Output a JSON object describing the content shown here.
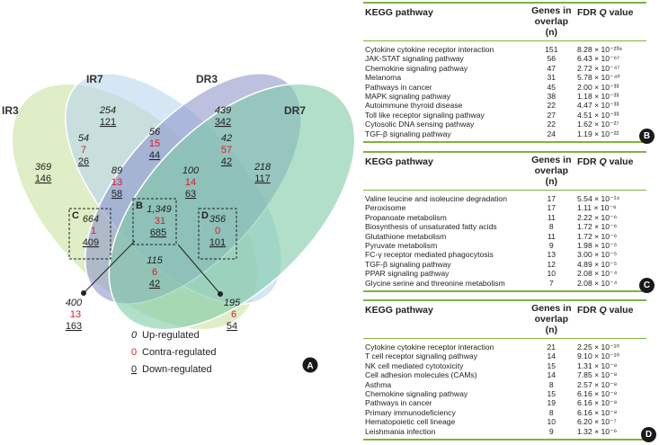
{
  "venn": {
    "sets": {
      "ir3": "IR3",
      "ir7": "IR7",
      "dr3": "DR3",
      "dr7": "DR7"
    },
    "regions": {
      "ir3_only": {
        "up": "369",
        "down": "146"
      },
      "ir7_only": {
        "up": "254",
        "down": "121"
      },
      "dr3_only": {
        "up": "439",
        "down": "342"
      },
      "dr7_only": {
        "up": "218",
        "down": "117"
      },
      "ir3_ir7": {
        "up": "54",
        "contra": "7",
        "down": "26"
      },
      "ir7_dr3": {
        "up": "56",
        "contra": "15",
        "down": "44"
      },
      "dr3_dr7": {
        "up": "42",
        "contra": "57",
        "down": "42"
      },
      "ir7_dr7": {
        "up": "89",
        "contra": "13",
        "down": "58"
      },
      "ir3_dr3": {
        "up": "100",
        "contra": "14",
        "down": "63"
      },
      "c_region": {
        "up": "664",
        "contra": "1",
        "down": "409"
      },
      "b_region": {
        "up": "1,349",
        "contra": "31",
        "down": "685"
      },
      "d_region": {
        "up": "356",
        "contra": "0",
        "down": "101"
      },
      "bottom_center": {
        "up": "115",
        "contra": "6",
        "down": "42"
      },
      "bottom_left": {
        "up": "400",
        "contra": "13",
        "down": "163"
      },
      "bottom_right": {
        "up": "195",
        "contra": "6",
        "down": "54"
      }
    },
    "box_labels": {
      "b": "B",
      "c": "C",
      "d": "D"
    },
    "legend": {
      "up_symbol": "0",
      "up_text": "Up-regulated",
      "contra_symbol": "0",
      "contra_text": "Contra-regulated",
      "down_symbol": "0",
      "down_text": "Down-regulated"
    },
    "panel_label": "A",
    "colors": {
      "ir3": "#c9e3a0",
      "ir7": "#b9d6ee",
      "dr3": "#8f98cc",
      "dr7": "#7fcaa7",
      "contra": "#d6202a",
      "divider": "#7fb241"
    }
  },
  "tables": [
    {
      "panel": "B",
      "headers": {
        "pathway": "KEGG pathway",
        "genes_line1": "Genes in",
        "genes_line2": "overlap (n)",
        "fdr_prefix": "FDR ",
        "fdr_q": "Q",
        "fdr_suffix": " value"
      },
      "rows": [
        {
          "pathway": "Cytokine cytokine receptor interaction",
          "n": "151",
          "fdr": "8.28 × 10⁻²³⁹"
        },
        {
          "pathway": "JAK-STAT signaling pathway",
          "n": "56",
          "fdr": "6.43 × 10⁻⁶⁷"
        },
        {
          "pathway": "Chemokine signaling pathway",
          "n": "47",
          "fdr": "2.72 × 10⁻⁴⁷"
        },
        {
          "pathway": "Melanoma",
          "n": "31",
          "fdr": "5.78 × 10⁻⁴⁰"
        },
        {
          "pathway": "Pathways in cancer",
          "n": "45",
          "fdr": "2.00 × 10⁻³³"
        },
        {
          "pathway": "MAPK signaling pathway",
          "n": "38",
          "fdr": "1.18 × 10⁻³³"
        },
        {
          "pathway": "Autoimmune thyroid disease",
          "n": "22",
          "fdr": "4.47 × 10⁻³³"
        },
        {
          "pathway": "Toll like receptor signaling pathway",
          "n": "27",
          "fdr": "4.51 × 10⁻³³"
        },
        {
          "pathway": "Cytosolic DNA sensing pathway",
          "n": "22",
          "fdr": "1.62 × 10⁻²⁷"
        },
        {
          "pathway": "TGF-β signaling pathway",
          "n": "24",
          "fdr": "1.19 × 10⁻²²"
        }
      ]
    },
    {
      "panel": "C",
      "headers": {
        "pathway": "KEGG pathway",
        "genes_line1": "Genes in",
        "genes_line2": "overlap (n)",
        "fdr_prefix": "FDR ",
        "fdr_q": "Q",
        "fdr_suffix": " value"
      },
      "rows": [
        {
          "pathway": "Valine leucine and isoleucine degradation",
          "n": "17",
          "fdr": "5.54 × 10⁻¹⁴"
        },
        {
          "pathway": "Peroxisome",
          "n": "17",
          "fdr": "1.11 × 10⁻⁶"
        },
        {
          "pathway": "Propanoate metabolism",
          "n": "11",
          "fdr": "2.22 × 10⁻⁶"
        },
        {
          "pathway": "Biosynthesis of unsaturated fatty acids",
          "n": "8",
          "fdr": "1.72 × 10⁻⁶"
        },
        {
          "pathway": "Glutathione metabolism",
          "n": "11",
          "fdr": "1.72 × 10⁻⁶"
        },
        {
          "pathway": "Pyruvate metabolism",
          "n": "9",
          "fdr": "1.98 × 10⁻⁵"
        },
        {
          "pathway": "FC-γ receptor mediated phagocytosis",
          "n": "13",
          "fdr": "3.00 × 10⁻⁵"
        },
        {
          "pathway": "TGF-β signaling pathway",
          "n": "12",
          "fdr": "4.89 × 10⁻⁵"
        },
        {
          "pathway": "PPAR signaling pathway",
          "n": "10",
          "fdr": "2.08 × 10⁻⁴"
        },
        {
          "pathway": "Glycine serine and threonine metabolism",
          "n": "7",
          "fdr": "2.08 × 10⁻⁴"
        }
      ]
    },
    {
      "panel": "D",
      "headers": {
        "pathway": "KEGG pathway",
        "genes_line1": "Genes in",
        "genes_line2": "overlap (n)",
        "fdr_prefix": "FDR ",
        "fdr_q": "Q",
        "fdr_suffix": " value"
      },
      "rows": [
        {
          "pathway": "Cytokine cytokine receptor interaction",
          "n": "21",
          "fdr": "2.25 × 10⁻¹⁰"
        },
        {
          "pathway": "T cell receptor signaling pathway",
          "n": "14",
          "fdr": "9.10 × 10⁻¹⁰"
        },
        {
          "pathway": "NK cell mediated cytotoxicity",
          "n": "15",
          "fdr": "1.31 × 10⁻⁸"
        },
        {
          "pathway": "Cell adhesion molecules (CAMs)",
          "n": "14",
          "fdr": "7.85 × 10⁻⁸"
        },
        {
          "pathway": "Asthma",
          "n": "8",
          "fdr": "2.57 × 10⁻⁸"
        },
        {
          "pathway": "Chemokine signaling pathway",
          "n": "15",
          "fdr": "6.16 × 10⁻⁸"
        },
        {
          "pathway": "Pathways in cancer",
          "n": "19",
          "fdr": "6.16 × 10⁻⁸"
        },
        {
          "pathway": "Primary immunodeficiency",
          "n": "8",
          "fdr": "6.16 × 10⁻⁸"
        },
        {
          "pathway": "Hematopoietic cell lineage",
          "n": "10",
          "fdr": "6.20 × 10⁻⁷"
        },
        {
          "pathway": "Leishmania infection",
          "n": "9",
          "fdr": "1.32 × 10⁻⁶"
        }
      ]
    }
  ]
}
